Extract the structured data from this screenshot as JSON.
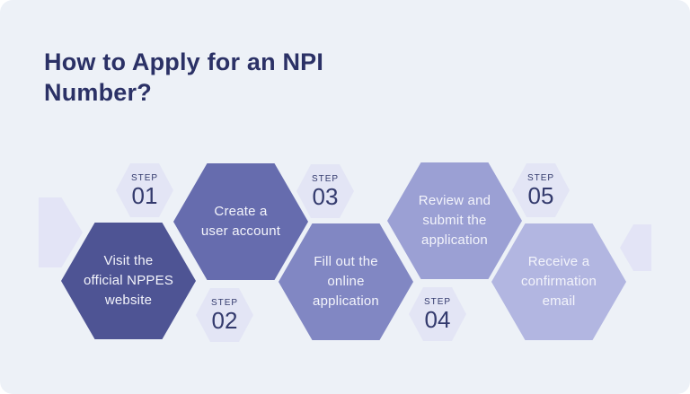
{
  "title": "How to Apply for an NPI\nNumber?",
  "colors": {
    "page_background": "#ffffff",
    "card_background": "#edf1f7",
    "title_text": "#2b3166",
    "hex_text": "#f3f4fb",
    "step_badge_background": "#e3e5f5",
    "step_badge_text": "#333a6d",
    "decoration": "#e3e4f6"
  },
  "steps": [
    {
      "badge_label": "STEP",
      "badge_number": "01",
      "text": "Visit the\nofficial NPPES\nwebsite",
      "hex_color": "#4e5494"
    },
    {
      "badge_label": "STEP",
      "badge_number": "02",
      "text": "Create a\nuser account",
      "hex_color": "#666cae"
    },
    {
      "badge_label": "STEP",
      "badge_number": "03",
      "text": "Fill out the\nonline\napplication",
      "hex_color": "#8187c3"
    },
    {
      "badge_label": "STEP",
      "badge_number": "04",
      "text": "Review and\nsubmit the\napplication",
      "hex_color": "#9ba0d4"
    },
    {
      "badge_label": "STEP",
      "badge_number": "05",
      "text": "Receive a\nconfirmation\nemail",
      "hex_color": "#b2b6e1"
    }
  ]
}
